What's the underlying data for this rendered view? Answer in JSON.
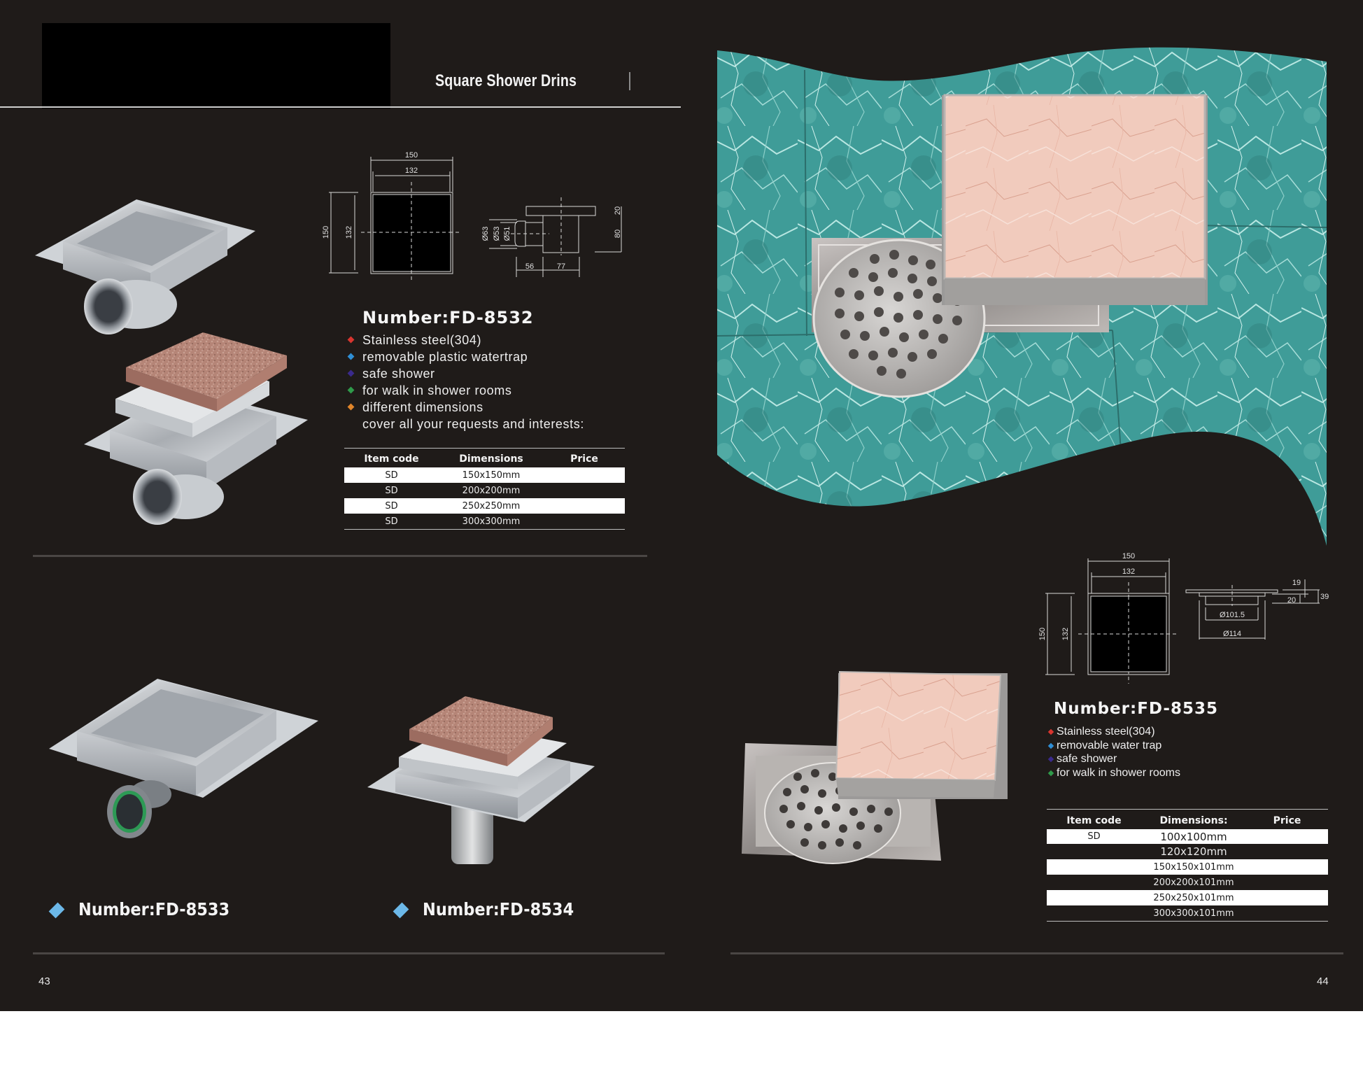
{
  "header": {
    "title": "Square Shower Drins"
  },
  "colors": {
    "page_bg": "#1f1b19",
    "text": "#f0f0f0",
    "bullet_red": "#d8352f",
    "bullet_blue": "#2f8fd6",
    "bullet_purple": "#3a2a8c",
    "bullet_green": "#2f9a4a",
    "bullet_orange": "#e0852a",
    "caption_diamond": "#6cb8e8",
    "marble_teal": "#3f9c98",
    "tile_pink": "#f0c8bc"
  },
  "products": {
    "fd8532": {
      "number": "Number:FD-8532",
      "features": [
        {
          "icon": "red-diamond-bullet",
          "text": "Stainless steel(304)"
        },
        {
          "icon": "blue-diamond-bullet",
          "text": "removable plastic watertrap"
        },
        {
          "icon": "purple-diamond-bullet",
          "text": "safe shower"
        },
        {
          "icon": "green-diamond-bullet",
          "text": "for walk in shower rooms"
        },
        {
          "icon": "orange-diamond-bullet",
          "text": "different dimensions"
        },
        {
          "icon": "none",
          "text": "cover all your requests and interests:"
        }
      ],
      "drawing": {
        "top_outer": "150",
        "top_inner": "132",
        "side_outer": "150",
        "side_inner": "132",
        "pipe_d1": "Ø63",
        "pipe_d2": "Ø53",
        "pipe_d3": "Ø51",
        "height_top": "20",
        "height_body": "80",
        "len_pipe": "56",
        "len_body": "77"
      },
      "table": {
        "headers": [
          "Item code",
          "Dimensions",
          "Price"
        ],
        "rows": [
          {
            "code": "SD",
            "dim": "150x150mm",
            "price": ""
          },
          {
            "code": "SD",
            "dim": "200x200mm",
            "price": ""
          },
          {
            "code": "SD",
            "dim": "250x250mm",
            "price": ""
          },
          {
            "code": "SD",
            "dim": "300x300mm",
            "price": ""
          }
        ]
      }
    },
    "fd8533": {
      "number": "Number:FD-8533"
    },
    "fd8534": {
      "number": "Number:FD-8534"
    },
    "fd8535": {
      "number": "Number:FD-8535",
      "features": [
        {
          "icon": "red-diamond-bullet",
          "text": "Stainless steel(304)"
        },
        {
          "icon": "blue-diamond-bullet",
          "text": "removable water trap"
        },
        {
          "icon": "purple-diamond-bullet",
          "text": "safe shower"
        },
        {
          "icon": "green-diamond-bullet",
          "text": "for walk in shower rooms"
        }
      ],
      "drawing": {
        "top_outer": "150",
        "top_inner": "132",
        "side_outer": "150",
        "side_inner": "132",
        "d_inner": "Ø101.5",
        "d_outer": "Ø114",
        "h_top": "19",
        "h_bottom": "20",
        "h_total": "39"
      },
      "table": {
        "headers": [
          "Item code",
          "Dimensions:",
          "Price"
        ],
        "rows": [
          {
            "code": "SD",
            "dim": "100x100mm",
            "price": ""
          },
          {
            "code": "",
            "dim": "120x120mm",
            "price": ""
          },
          {
            "code": "",
            "dim": "150x150x101mm",
            "price": ""
          },
          {
            "code": "",
            "dim": "200x200x101mm",
            "price": ""
          },
          {
            "code": "",
            "dim": "250x250x101mm",
            "price": ""
          },
          {
            "code": "",
            "dim": "300x300x101mm",
            "price": ""
          }
        ]
      }
    }
  },
  "footer": {
    "left_page": "43",
    "right_page": "44"
  }
}
